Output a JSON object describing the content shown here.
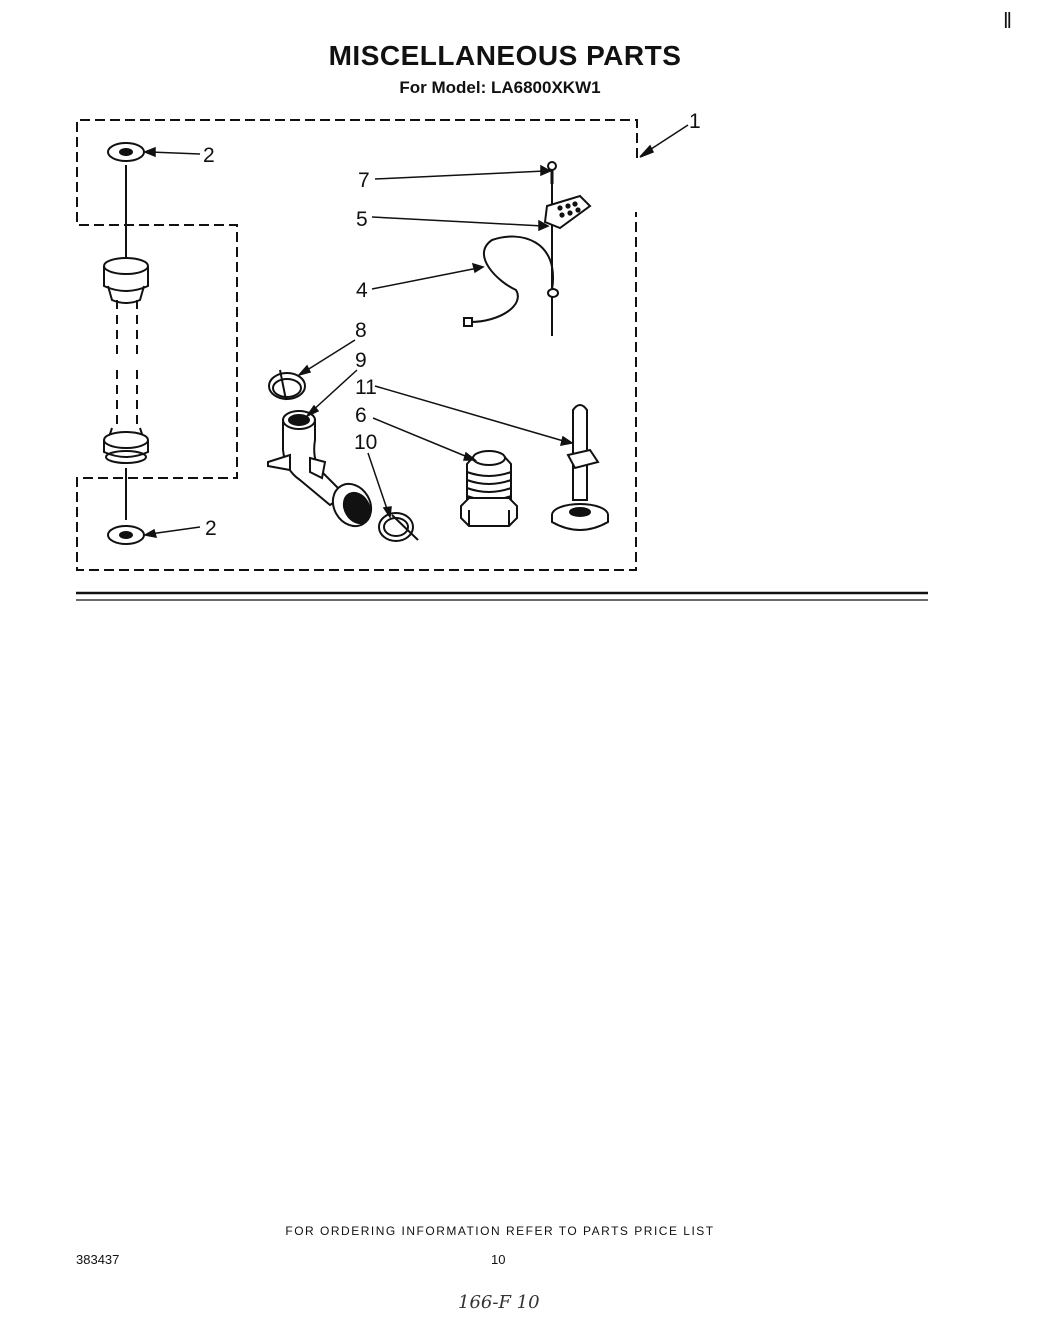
{
  "page": {
    "title": "MISCELLANEOUS PARTS",
    "subtitle": "For Model: LA6800XKW1",
    "corner_mark": "‖"
  },
  "callouts": {
    "c1": "1",
    "c2_top": "2",
    "c2_bottom": "2",
    "c4": "4",
    "c5": "5",
    "c6": "6",
    "c7": "7",
    "c8": "8",
    "c9": "9",
    "c10": "10",
    "c11": "11"
  },
  "footer": {
    "ordering_note": "FOR ORDERING INFORMATION REFER TO PARTS PRICE LIST",
    "doc_number": "383437",
    "page_number": "10",
    "handwritten": "166-F 10"
  }
}
